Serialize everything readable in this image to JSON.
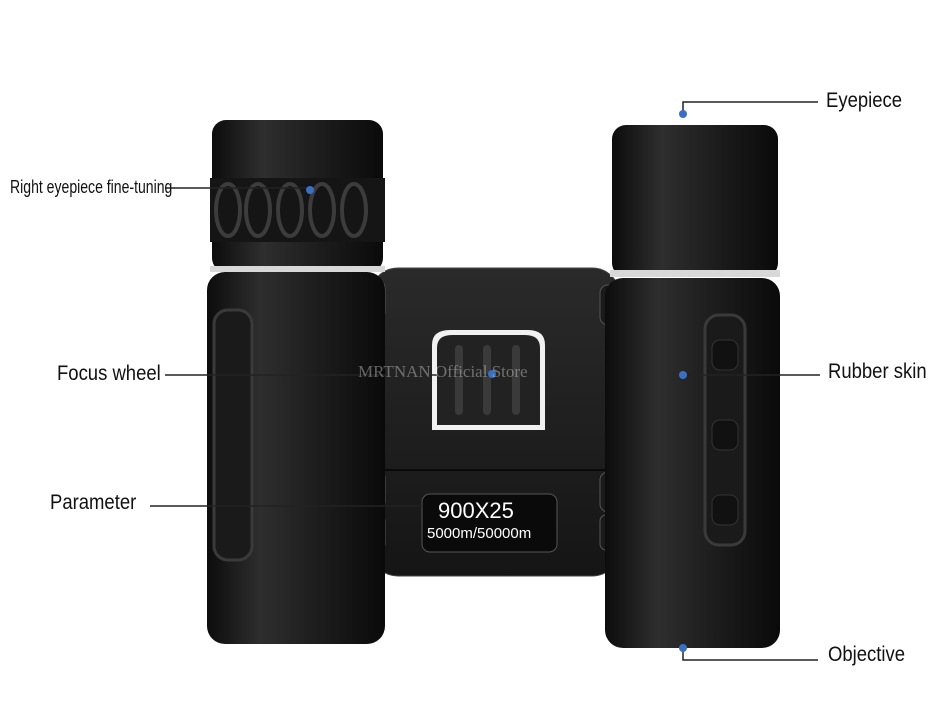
{
  "labels": {
    "eyepiece": "Eyepiece",
    "fine_tuning": "Right eyepiece fine-tuning",
    "focus_wheel": "Focus wheel",
    "rubber_skin": "Rubber skin",
    "parameter": "Parameter",
    "objective": "Objective"
  },
  "badge": {
    "model": "900X25",
    "range": "5000m/50000m"
  },
  "watermark": "MRTNAN Official Store",
  "colors": {
    "dot": "#3a6fc4",
    "body": "#1b1b1b"
  }
}
